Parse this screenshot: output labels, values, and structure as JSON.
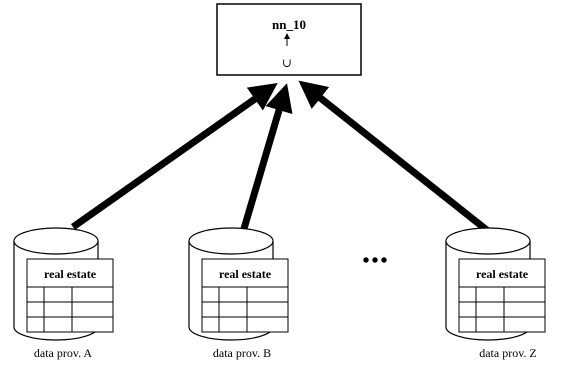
{
  "central": {
    "title": "nn_10",
    "union_symbol": "∪"
  },
  "providers": [
    {
      "table_title": "real estate",
      "label": "data prov. A"
    },
    {
      "table_title": "real estate",
      "label": "data prov. B"
    },
    {
      "table_title": "real estate",
      "label": "data prov. Z"
    }
  ],
  "ellipsis": "•••",
  "colors": {
    "stroke": "#000000",
    "background": "#ffffff"
  }
}
